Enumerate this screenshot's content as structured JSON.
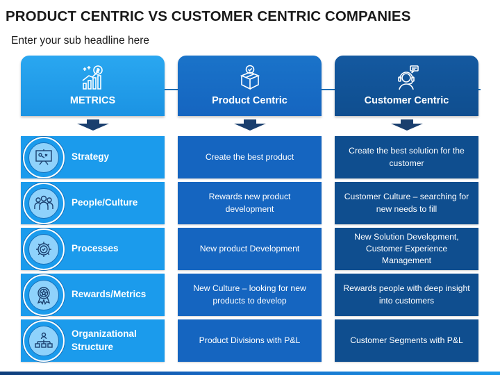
{
  "title": "PRODUCT CENTRIC VS CUSTOMER CENTRIC COMPANIES",
  "subtitle": "Enter your sub headline here",
  "colors": {
    "light_blue": "#1b9bec",
    "mid_blue": "#1565c0",
    "dark_blue": "#0f4e8f",
    "arrow": "#1a3f6e"
  },
  "columns": [
    {
      "label": "METRICS",
      "icon": "growth-chart-dollar-icon"
    },
    {
      "label": "Product Centric",
      "icon": "box-check-icon"
    },
    {
      "label": "Customer Centric",
      "icon": "customer-support-icon"
    }
  ],
  "rows": [
    {
      "metric": "Strategy",
      "metric_icon": "strategy-board-icon",
      "product": "Create the best product",
      "customer": "Create the best solution for the customer"
    },
    {
      "metric": "People/Culture",
      "metric_icon": "people-group-icon",
      "product": "Rewards new product development",
      "customer": "Customer Culture – searching for new needs to fill"
    },
    {
      "metric": "Processes",
      "metric_icon": "process-gear-icon",
      "product": "New product Development",
      "customer": "New Solution Development, Customer Experience Management"
    },
    {
      "metric": "Rewards/Metrics",
      "metric_icon": "award-badge-icon",
      "product": "New Culture – looking for new products to develop",
      "customer": "Rewards people with deep insight into customers"
    },
    {
      "metric": "Organizational Structure",
      "metric_icon": "org-chart-icon",
      "product": "Product Divisions with P&L",
      "customer": "Customer Segments with P&L"
    }
  ]
}
